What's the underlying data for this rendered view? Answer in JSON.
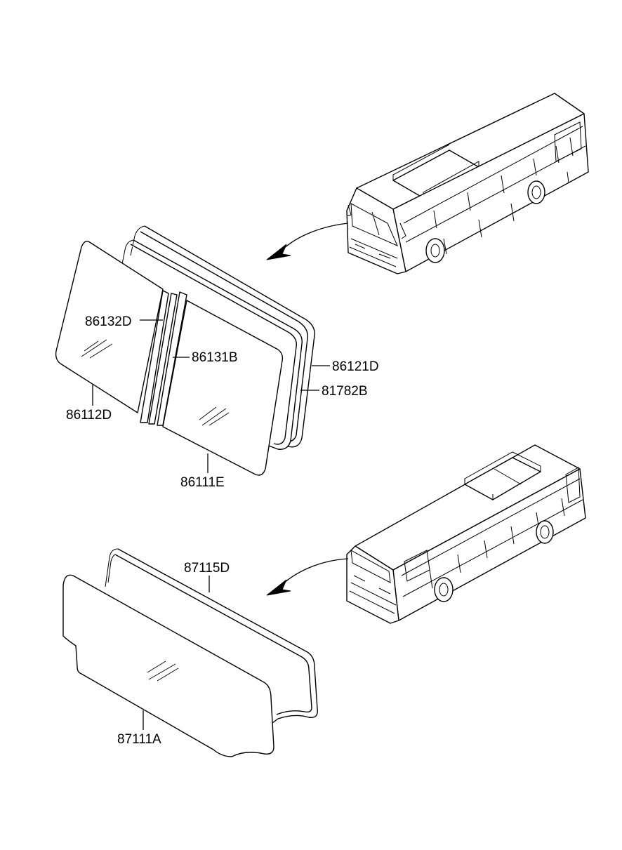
{
  "front_assembly": {
    "part_labels": [
      "86132D",
      "86131B",
      "86121D",
      "81782B",
      "86112D",
      "86111E"
    ]
  },
  "rear_assembly": {
    "part_labels": [
      "87115D",
      "87111A"
    ]
  }
}
